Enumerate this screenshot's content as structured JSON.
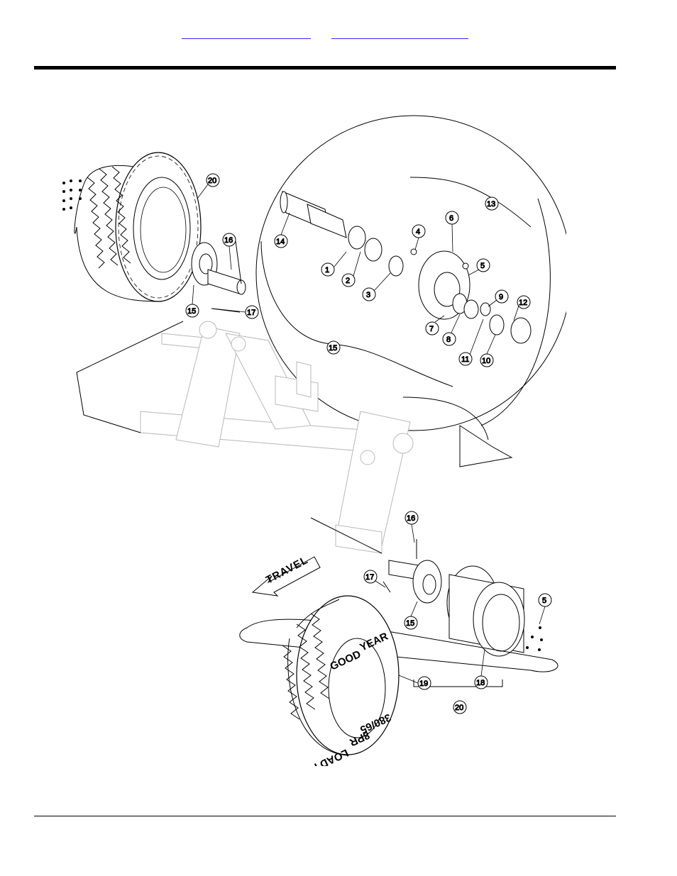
{
  "header": {
    "link_1": "",
    "link_2": ""
  },
  "diagram": {
    "travel_label": "TRAVEL",
    "tire_brand_1": "GOOD",
    "tire_brand_2": "YEAR",
    "tire_size": "380/65",
    "tire_ply": "8PR",
    "tire_load": "LOAD F",
    "callouts": [
      "20",
      "16",
      "15",
      "17",
      "13",
      "14",
      "6",
      "4",
      "1",
      "2",
      "5",
      "3",
      "9",
      "12",
      "7",
      "8",
      "11",
      "10",
      "15",
      "16",
      "17",
      "5",
      "15",
      "19",
      "18",
      "20"
    ]
  },
  "colors": {
    "ink": "#000000",
    "light_ink": "#b8b8b8",
    "link": "#2a2aff"
  }
}
